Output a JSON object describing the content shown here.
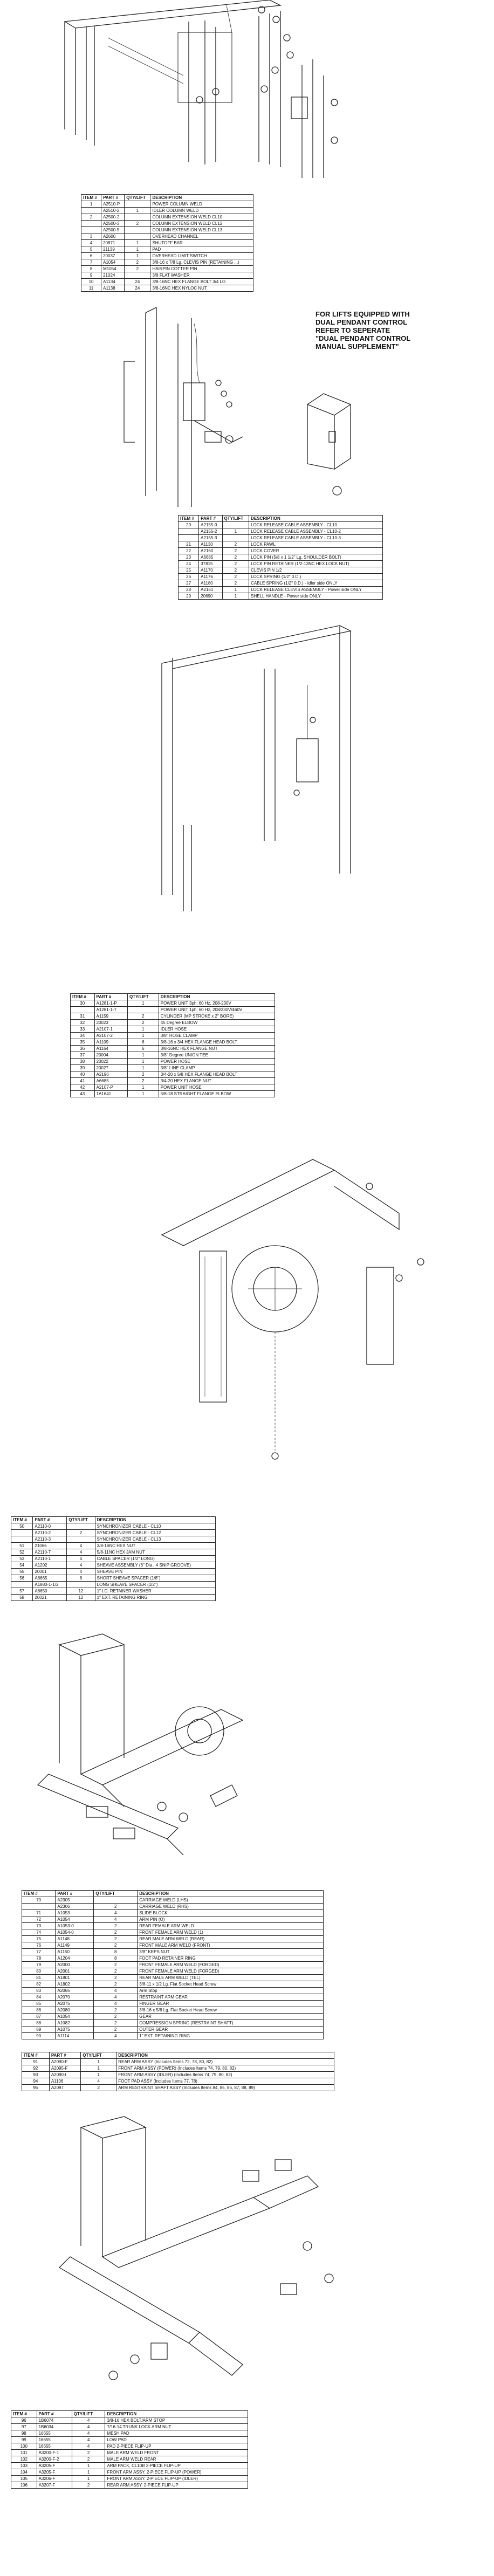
{
  "title": "",
  "figures": [
    {
      "label": "Column and overhead assembly exploded view"
    },
    {
      "label": "Lock release mechanism exploded view"
    },
    {
      "label": "Column cylinder exploded view"
    },
    {
      "label": "Synchronizer cable routing view"
    },
    {
      "label": "Carriage and swing arm exploded view"
    },
    {
      "label": "Front arm and pad exploded view"
    }
  ],
  "pendant_note": {
    "lines": [
      "FOR LIFTS EQUIPPED WITH",
      "DUAL PENDANT CONTROL",
      "REFER TO SEPERATE",
      "\"DUAL PENDANT CONTROL",
      "MANUAL SUPPLEMENT\""
    ]
  },
  "tables": [
    {
      "headers": [
        "ITEM #",
        "PART #",
        "QTY/LIFT",
        "DESCRIPTION"
      ],
      "rows": [
        [
          "1",
          "A2510-P",
          "",
          "POWER COLUMN WELD"
        ],
        [
          "",
          "A2510-2",
          "1",
          "IDLER COLUMN WELD"
        ],
        [
          "2",
          "A2500-2",
          "",
          "COLUMN EXTENSION WELD CL10"
        ],
        [
          "",
          "A2500-3",
          "2",
          "COLUMN EXTENSION WELD CL12"
        ],
        [
          "",
          "A2500-5",
          "",
          "COLUMN EXTENSION WELD CL13"
        ],
        [
          "3",
          "A2600",
          "",
          "OVERHEAD CHANNEL"
        ],
        [
          "4",
          "20871",
          "1",
          "SHUTOFF BAR"
        ],
        [
          "5",
          "21139",
          "1",
          "PAD"
        ],
        [
          "6",
          "20037",
          "1",
          "OVERHEAD LIMIT SWITCH"
        ],
        [
          "7",
          "A1054",
          "2",
          "3/8-16 x 7/8 Lg. CLEVIS PIN (RETAINING ...)"
        ],
        [
          "8",
          "M1054",
          "2",
          "HAIRPIN COTTER PIN"
        ],
        [
          "9",
          "21024",
          "",
          "3/8 FLAT WASHER"
        ],
        [
          "10",
          "A1134",
          "24",
          "3/8-16NC HEX FLANGE BOLT 3/4 LG"
        ],
        [
          "11",
          "A1138",
          "24",
          "3/8-16NC HEX NYLOC NUT"
        ]
      ]
    },
    {
      "headers": [
        "ITEM #",
        "PART #",
        "QTY/LIFT",
        "DESCRIPTION"
      ],
      "rows": [
        [
          "20",
          "A2155-0",
          "",
          "LOCK RELEASE CABLE ASSEMBLY - CL10"
        ],
        [
          "",
          "A2155-2",
          "1",
          "LOCK RELEASE CABLE ASSEMBLY - CL10-2"
        ],
        [
          "",
          "A2155-3",
          "",
          "LOCK RELEASE CABLE ASSEMBLY - CL10-3"
        ],
        [
          "21",
          "A1130",
          "2",
          "LOCK PAWL"
        ],
        [
          "22",
          "A2160",
          "2",
          "LOCK COVER"
        ],
        [
          "23",
          "A6685",
          "2",
          "LOCK PIN (5/8 x 1 1/2\" Lg. SHOULDER BOLT)"
        ],
        [
          "24",
          "37815",
          "2",
          "LOCK PIN RETAINER (1/2-13NC HEX LOCK NUT)"
        ],
        [
          "25",
          "A1170",
          "2",
          "CLEVIS PIN 1/2"
        ],
        [
          "26",
          "A1176",
          "2",
          "LOCK SPRING (1/2\" 0.D.)"
        ],
        [
          "27",
          "A1180",
          "2",
          "CABLE SPRING (1/2\" 0.D.) - Idler side ONLY"
        ],
        [
          "28",
          "A2161",
          "1",
          "LOCK RELEASE CLEVIS ASSEMBLY - Power side ONLY"
        ],
        [
          "29",
          "20690",
          "1",
          "SHELL HANDLE - Power side ONLY"
        ]
      ]
    },
    {
      "headers": [
        "ITEM #",
        "PART #",
        "QTY/LIFT",
        "DESCRIPTION"
      ],
      "rows": [
        [
          "30",
          "A1281-1-P",
          "1",
          "POWER UNIT 3ph, 60 Hz, 208-230V"
        ],
        [
          "",
          "A1281-1-T",
          "",
          "POWER UNIT 1ph, 60 Hz, 208/230V/460V"
        ],
        [
          "31",
          "A1159",
          "2",
          "CYLINDER (MP STROKE x 2\" BORE)"
        ],
        [
          "32",
          "20023",
          "2",
          "45 Degree ELBOW"
        ],
        [
          "33",
          "A2107-1",
          "1",
          "IDLER HOSE"
        ],
        [
          "34",
          "A2107-2",
          "1",
          "3/8\" HOSE CLAMP"
        ],
        [
          "35",
          "A1109",
          "6",
          "3/8-16 x 3/4 HEX FLANGE HEAD BOLT"
        ],
        [
          "36",
          "A1164",
          "6",
          "3/8-16NC HEX FLANGE NUT"
        ],
        [
          "37",
          "20004",
          "1",
          "3/8\" Degree UNION TEE"
        ],
        [
          "38",
          "20022",
          "1",
          "POWER HOSE"
        ],
        [
          "39",
          "20027",
          "1",
          "3/8\" LINE CLAMP"
        ],
        [
          "40",
          "A2196",
          "2",
          "3/4-20 x 5/8 HEX FLANGE HEAD BOLT"
        ],
        [
          "41",
          "A6685",
          "2",
          "3/4-20 HEX FLANGE NUT"
        ],
        [
          "42",
          "A2107-P",
          "1",
          "POWER UNIT HOSE"
        ],
        [
          "43",
          "1A1641",
          "1",
          "5/8-18 STRAIGHT FLANGE ELBOW"
        ]
      ]
    },
    {
      "headers": [
        "ITEM #",
        "PART #",
        "QTY/LIFT",
        "DESCRIPTION"
      ],
      "rows": [
        [
          "50",
          "A2110-0",
          "",
          "SYNCHRONIZER CABLE - CL10"
        ],
        [
          "",
          "A2110-2",
          "2",
          "SYNCHRONIZER CABLE - CL12"
        ],
        [
          "",
          "A2110-3",
          "",
          "SYNCHRONIZER CABLE - CL13"
        ],
        [
          "51",
          "21066",
          "4",
          "3/8-16NC HEX NUT"
        ],
        [
          "52",
          "A2110-T",
          "4",
          "5/8-11NC HEX JAM NUT"
        ],
        [
          "53",
          "A2110-1",
          "4",
          "CABLE SPACER (1/2\" LONG)"
        ],
        [
          "54",
          "A1202",
          "4",
          "SHEAVE ASSEMBLY (6\" Dia., 4 SNIP GROOVE)"
        ],
        [
          "55",
          "20001",
          "4",
          "SHEAVE PIN"
        ],
        [
          "56",
          "A6665",
          "8",
          "SHORT SHEAVE SPACER (1/8\")"
        ],
        [
          "",
          "A1880-1-1/2",
          "",
          "LONG SHEAVE SPACER (1/2\")"
        ],
        [
          "57",
          "A6650",
          "12",
          "1\" I.D. RETAINER WASHER"
        ],
        [
          "58",
          "20021",
          "12",
          "1\" EXT. RETAINING RING"
        ]
      ]
    },
    {
      "headers": [
        "ITEM #",
        "PART #",
        "QTY/LIFT",
        "DESCRIPTION"
      ],
      "rows": [
        [
          "70",
          "A2305",
          "",
          "CARRIAGE WELD (LHS)"
        ],
        [
          "",
          "A2306",
          "2",
          "CARRIAGE WELD (RHS)"
        ],
        [
          "71",
          "A1053",
          "4",
          "SLIDE BLOCK"
        ],
        [
          "72",
          "A1054",
          "4",
          "ARM PIN (O)"
        ],
        [
          "73",
          "A1053-0",
          "2",
          "REAR FEMALE ARM WELD"
        ],
        [
          "74",
          "A1054-0",
          "2",
          "FRONT FEMALE ARM WELD (1)"
        ],
        [
          "75",
          "A1148",
          "2",
          "REAR MALE ARM WELD (REAR)"
        ],
        [
          "76",
          "A1149",
          "2",
          "FRONT MALE ARM WELD (FRONT)"
        ],
        [
          "77",
          "A1150",
          "8",
          "3/8\" KEPS NUT"
        ],
        [
          "78",
          "A1204",
          "8",
          "FOOT PAD RETAINER RING"
        ],
        [
          "79",
          "A2000",
          "2",
          "FRONT FEMALE ARM WELD (FORGED)"
        ],
        [
          "80",
          "A2001",
          "2",
          "FRONT FEMALE ARM WELD (FORGED)"
        ],
        [
          "81",
          "A1801",
          "2",
          "REAR MALE ARM WELD (TEL)"
        ],
        [
          "82",
          "A1802",
          "2",
          "3/8-11 x 1/2 Lg. Flat Socket Head Screw"
        ],
        [
          "83",
          "A2065",
          "4",
          "Arm Stop"
        ],
        [
          "84",
          "A2070",
          "4",
          "RESTRAINT ARM GEAR"
        ],
        [
          "85",
          "A2075",
          "4",
          "FINGER GEAR"
        ],
        [
          "86",
          "A2080",
          "2",
          "3/8-16 x 5/8 Lg. Flat Socket Head Screw"
        ],
        [
          "87",
          "A1054",
          "2",
          "GEAR"
        ],
        [
          "88",
          "A1082",
          "2",
          "COMPRESSION SPRING (RESTRAINT SHAFT)"
        ],
        [
          "89",
          "A1075",
          "2",
          "OUTER GEAR"
        ],
        [
          "90",
          "A1114",
          "4",
          "1\" EXT. RETAINING RING"
        ]
      ]
    },
    {
      "headers": [
        "ITEM #",
        "PART #",
        "QTY/LIFT",
        "DESCRIPTION"
      ],
      "rows": [
        [
          "91",
          "A2090-F",
          "1",
          "REAR ARM ASSY (Includes Items 72, 78, 80, 82)"
        ],
        [
          "92",
          "A2095-F",
          "1",
          "FRONT ARM ASSY (POWER) (Includes Items 74, 79, 80, 82)"
        ],
        [
          "93",
          "A2090-I",
          "1",
          "FRONT ARM ASSY (IDLER) (Includes Items 74, 79, 80, 82)"
        ],
        [
          "94",
          "A1106",
          "4",
          "FOOT PAD ASSY (Includes Items 77, 78)"
        ],
        [
          "95",
          "A2097",
          "2",
          "ARM RESTRAINT SHAFT ASSY (Includes Items 84, 85, 86, 87, 88, 89)"
        ]
      ]
    },
    {
      "headers": [
        "ITEM #",
        "PART #",
        "QTY/LIFT",
        "DESCRIPTION"
      ],
      "rows": [
        [
          "96",
          "1B6074",
          "4",
          "3/8-16 HEX BOLT/ARM STOP"
        ],
        [
          "97",
          "1B6034",
          "4",
          "7/16-14 TRUNK LOCK ARM NUT"
        ],
        [
          "98",
          "16655",
          "4",
          "MESH PAD"
        ],
        [
          "99",
          "16655",
          "4",
          "LOW PAD"
        ],
        [
          "100",
          "16655",
          "4",
          "PAD 2-PIECE FLIP-UP"
        ],
        [
          "101",
          "A3200-F-1",
          "2",
          "MALE ARM WELD FRONT"
        ],
        [
          "102",
          "A3200-F-2",
          "2",
          "MALE ARM WELD REAR"
        ],
        [
          "103",
          "A3205-F",
          "1",
          "ARM PACK, CL10B 2-PIECE FLIP-UP"
        ],
        [
          "104",
          "A3205-F",
          "1",
          "FRONT ARM ASSY. 2-PIECE FLIP-UP (POWER)"
        ],
        [
          "105",
          "A3206-F",
          "1",
          "FRONT ARM ASSY. 2-PIECE FLIP-UP (IDLER)"
        ],
        [
          "106",
          "A3207-F",
          "2",
          "REAR ARM ASSY. 2-PIECE FLIP-UP"
        ]
      ]
    }
  ]
}
